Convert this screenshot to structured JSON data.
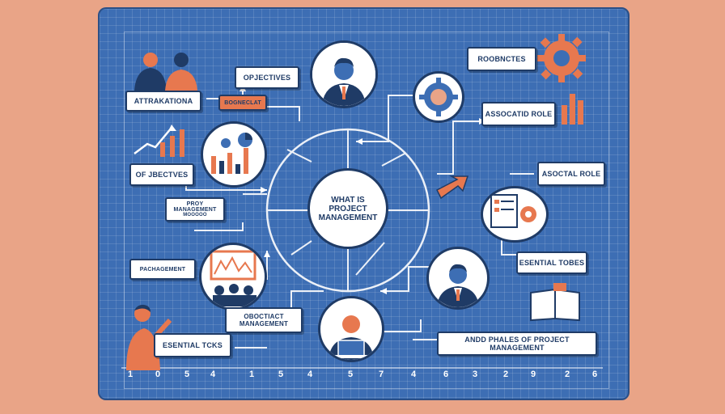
{
  "diagram": {
    "center": {
      "line1": "WHAT IS",
      "line2": "PROJECT",
      "line3": "MANAGEMENT"
    },
    "labels": {
      "attractions": "ATTRAKATIONA",
      "tag_small": "BOGNECLAT",
      "objectives_top": "OPJECTIVES",
      "objectives_left": "OF JBECTVES",
      "proy_management": "PROY MANAGEMENT",
      "proy_sub": "MOOOOO",
      "pachagement": "PACHAGEMENT",
      "roobnctes": "ROOBNCTES",
      "associated_role": "ASSOCATID ROLE",
      "asocial_role": "ASOCTAL ROLE",
      "essential_tobes": "ESENTIAL TOBES",
      "project_management_bottom": "OBOCTIACT MANAGEMENT",
      "essential_tcks": "ESENTIAL TCKS",
      "phases": "ANDD PHALES OF PROJECT MANAGEMENT"
    },
    "ticks": [
      "1",
      "0",
      "5",
      "4",
      "1",
      "5",
      "4",
      "5",
      "7",
      "4",
      "6",
      "3",
      "2",
      "9",
      "2",
      "6"
    ],
    "colors": {
      "board": "#3D6EB4",
      "accent": "#E7784F",
      "navy": "#1F3B66",
      "background": "#E9A487"
    }
  }
}
